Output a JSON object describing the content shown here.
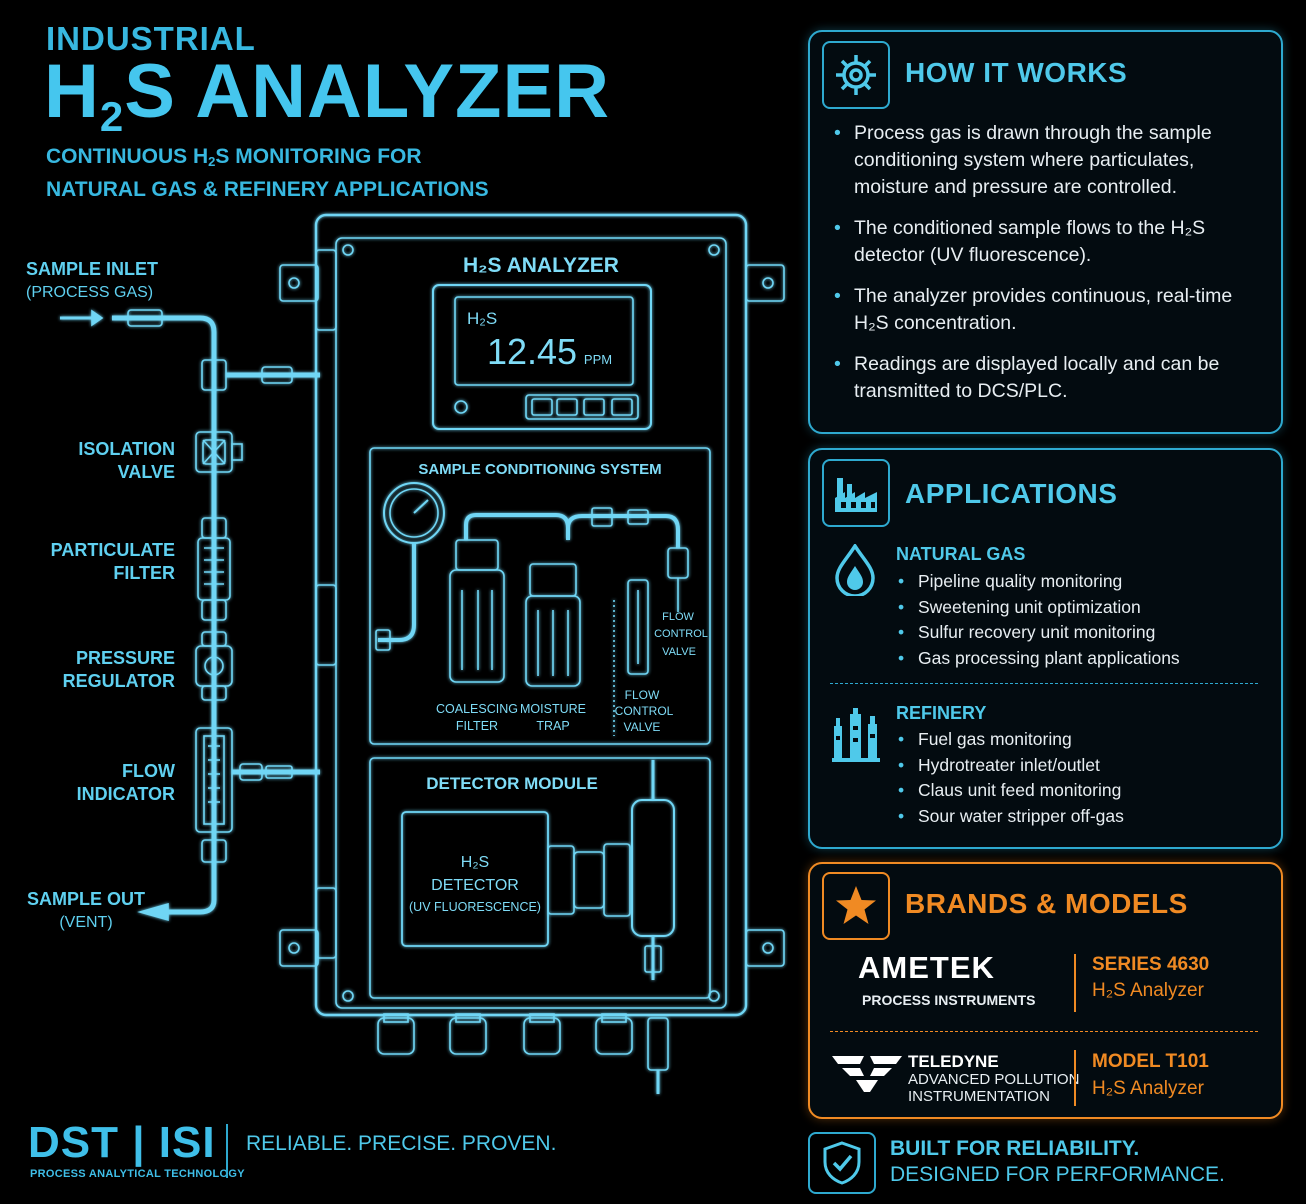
{
  "header": {
    "kicker": "INDUSTRIAL",
    "title_h": "H",
    "title_sub": "2",
    "title_rest": "S ANALYZER",
    "subtitle_1a": "CONTINUOUS H",
    "subtitle_1b": "2",
    "subtitle_1c": "S MONITORING FOR",
    "subtitle_2": "NATURAL GAS & REFINERY APPLICATIONS"
  },
  "left_labels": {
    "inlet_1": "SAMPLE INLET",
    "inlet_2": "(PROCESS GAS)",
    "isolation_1": "ISOLATION",
    "isolation_2": "VALVE",
    "particulate_1": "PARTICULATE",
    "particulate_2": "FILTER",
    "pressure_1": "PRESSURE",
    "pressure_2": "REGULATOR",
    "flow_1": "FLOW",
    "flow_2": "INDICATOR",
    "out_1": "SAMPLE OUT",
    "out_2": "(VENT)"
  },
  "cabinet": {
    "title": "H₂S ANALYZER",
    "display_gas": "H₂S",
    "display_value": "12.45",
    "display_unit": "PPM",
    "conditioning_title": "SAMPLE CONDITIONING SYSTEM",
    "coalescing_1": "COALESCING",
    "coalescing_2": "FILTER",
    "moisture_1": "MOISTURE",
    "moisture_2": "TRAP",
    "flowctrl_1": "FLOW",
    "flowctrl_2": "CONTROL",
    "flowctrl_3": "VALVE",
    "flowctrl_inner_1": "FLOW",
    "flowctrl_inner_2": "CONTROL",
    "flowctrl_inner_3": "VALVE",
    "detector_title": "DETECTOR MODULE",
    "detector_1": "H₂S",
    "detector_2": "DETECTOR",
    "detector_3": "(UV FLUORESCENCE)"
  },
  "how": {
    "title": "HOW IT WORKS",
    "icon": "gear-icon",
    "items": [
      "Process gas is drawn through the sample conditioning system where particulates, moisture and pressure are controlled.",
      "The conditioned sample flows to the H₂S detector (UV fluorescence).",
      "The analyzer provides continuous, real-time H₂S concentration.",
      "Readings are displayed locally and can be transmitted to DCS/PLC."
    ]
  },
  "applications": {
    "title": "APPLICATIONS",
    "icon": "factory-icon",
    "natural_gas": {
      "heading": "NATURAL GAS",
      "icon": "flame-drop-icon",
      "items": [
        "Pipeline quality monitoring",
        "Sweetening unit optimization",
        "Sulfur recovery unit monitoring",
        "Gas processing plant applications"
      ]
    },
    "refinery": {
      "heading": "REFINERY",
      "icon": "refinery-icon",
      "items": [
        "Fuel gas monitoring",
        "Hydrotreater inlet/outlet",
        "Claus unit feed monitoring",
        "Sour water stripper off-gas"
      ]
    }
  },
  "brands": {
    "title": "BRANDS & MODELS",
    "icon": "star-icon",
    "ametek": {
      "name": "AMETEK",
      "sub": "PROCESS INSTRUMENTS",
      "model": "SERIES 4630",
      "desc": "H₂S Analyzer"
    },
    "teledyne": {
      "name": "TELEDYNE",
      "sub1": "ADVANCED POLLUTION",
      "sub2": "INSTRUMENTATION",
      "model": "MODEL T101",
      "desc": "H₂S Analyzer"
    }
  },
  "footer": {
    "logo": "DST | ISI",
    "logo_sub": "PROCESS ANALYTICAL TECHNOLOGY",
    "tagline": "RELIABLE. PRECISE. PROVEN.",
    "reliability_1": "BUILT FOR RELIABILITY.",
    "reliability_2": "DESIGNED FOR PERFORMANCE.",
    "icon": "shield-check-icon"
  },
  "colors": {
    "accent": "#4fc9ea",
    "orange": "#f08a23",
    "background": "#000000"
  }
}
